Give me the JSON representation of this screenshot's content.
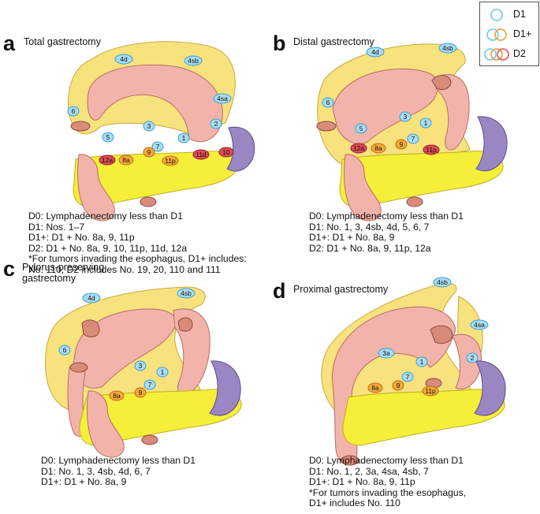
{
  "legend": {
    "items": [
      {
        "label": "D1",
        "rings": [
          "#6ec6e8"
        ]
      },
      {
        "label": "D1+",
        "rings": [
          "#6ec6e8",
          "#f39a2b"
        ]
      },
      {
        "label": "D2",
        "rings": [
          "#6ec6e8",
          "#f39a2b",
          "#e0505a"
        ]
      }
    ]
  },
  "colors": {
    "d1": "#a9dcf2",
    "d1_stroke": "#3a9fd0",
    "d1plus": "#f4a93a",
    "d1plus_stroke": "#b86c10",
    "d2": "#df4b56",
    "d2_stroke": "#8e1f28",
    "omentum": "#f7e27e",
    "stomach": "#f2b3ab",
    "pancreas": "#f6ef3a",
    "spleen": "#9b86c4"
  },
  "panels": [
    {
      "letter": "a",
      "title": "Total gastrectomy",
      "nodes": [
        {
          "label": "4d",
          "c": "d1"
        },
        {
          "label": "4sb",
          "c": "d1"
        },
        {
          "label": "6",
          "c": "d1"
        },
        {
          "label": "4sa",
          "c": "d1"
        },
        {
          "label": "3",
          "c": "d1"
        },
        {
          "label": "2",
          "c": "d1"
        },
        {
          "label": "5",
          "c": "d1"
        },
        {
          "label": "1",
          "c": "d1"
        },
        {
          "label": "7",
          "c": "d1"
        },
        {
          "label": "9",
          "c": "d1plus"
        },
        {
          "label": "11d",
          "c": "d2"
        },
        {
          "label": "10",
          "c": "d2"
        },
        {
          "label": "12a",
          "c": "d2"
        },
        {
          "label": "8a",
          "c": "d1plus"
        },
        {
          "label": "11p",
          "c": "d1plus"
        }
      ],
      "description": [
        "D0: Lymphadenectomy less than D1",
        "D1: Nos. 1–7",
        "D1+: D1 + No. 8a, 9, 11p",
        "D2: D1 + No. 8a, 9, 10, 11p, 11d, 12a",
        "*For tumors invading the esophagus, D1+ includes:",
        "No. 110, D2 includes No. 19, 20, 110 and 111"
      ]
    },
    {
      "letter": "b",
      "title": "Distal gastrectomy",
      "nodes": [
        {
          "label": "4d",
          "c": "d1"
        },
        {
          "label": "4sb",
          "c": "d1"
        },
        {
          "label": "6",
          "c": "d1"
        },
        {
          "label": "3",
          "c": "d1"
        },
        {
          "label": "1",
          "c": "d1"
        },
        {
          "label": "5",
          "c": "d1"
        },
        {
          "label": "7",
          "c": "d1"
        },
        {
          "label": "9",
          "c": "d1plus"
        },
        {
          "label": "12a",
          "c": "d2"
        },
        {
          "label": "8a",
          "c": "d1plus"
        },
        {
          "label": "11p",
          "c": "d2"
        }
      ],
      "description": [
        "D0: Lymphadenectomy less than D1",
        "D1: No. 1, 3, 4sb, 4d, 5, 6, 7",
        "D1+: D1 + No. 8a, 9",
        "D2: D1 + No. 8a, 9, 11p, 12a"
      ]
    },
    {
      "letter": "c",
      "title": "Pylorus-preserving\n  gastrectomy",
      "nodes": [
        {
          "label": "4d",
          "c": "d1"
        },
        {
          "label": "4sb",
          "c": "d1"
        },
        {
          "label": "6",
          "c": "d1"
        },
        {
          "label": "3",
          "c": "d1"
        },
        {
          "label": "1",
          "c": "d1"
        },
        {
          "label": "7",
          "c": "d1"
        },
        {
          "label": "9",
          "c": "d1plus"
        },
        {
          "label": "8a",
          "c": "d1plus"
        }
      ],
      "description": [
        "D0: Lymphadenectomy less than D1",
        "D1: No. 1, 3, 4sb, 4d, 6, 7",
        "D1+: D1 + No. 8a, 9"
      ]
    },
    {
      "letter": "d",
      "title": "Proximal gastrectomy",
      "nodes": [
        {
          "label": "4sb",
          "c": "d1"
        },
        {
          "label": "4sa",
          "c": "d1"
        },
        {
          "label": "2",
          "c": "d1"
        },
        {
          "label": "3a",
          "c": "d1"
        },
        {
          "label": "1",
          "c": "d1"
        },
        {
          "label": "7",
          "c": "d1"
        },
        {
          "label": "9",
          "c": "d1plus"
        },
        {
          "label": "8a",
          "c": "d1plus"
        },
        {
          "label": "11p",
          "c": "d1plus"
        }
      ],
      "description": [
        "D0: Lymphadenectomy less than D1",
        "D1: No. 1, 2, 3a, 4sa, 4sb, 7",
        "D1+: D1 + No. 8a, 9, 11p",
        "*For tumors invading the esophagus,",
        "D1+ includes No. 110"
      ]
    }
  ]
}
